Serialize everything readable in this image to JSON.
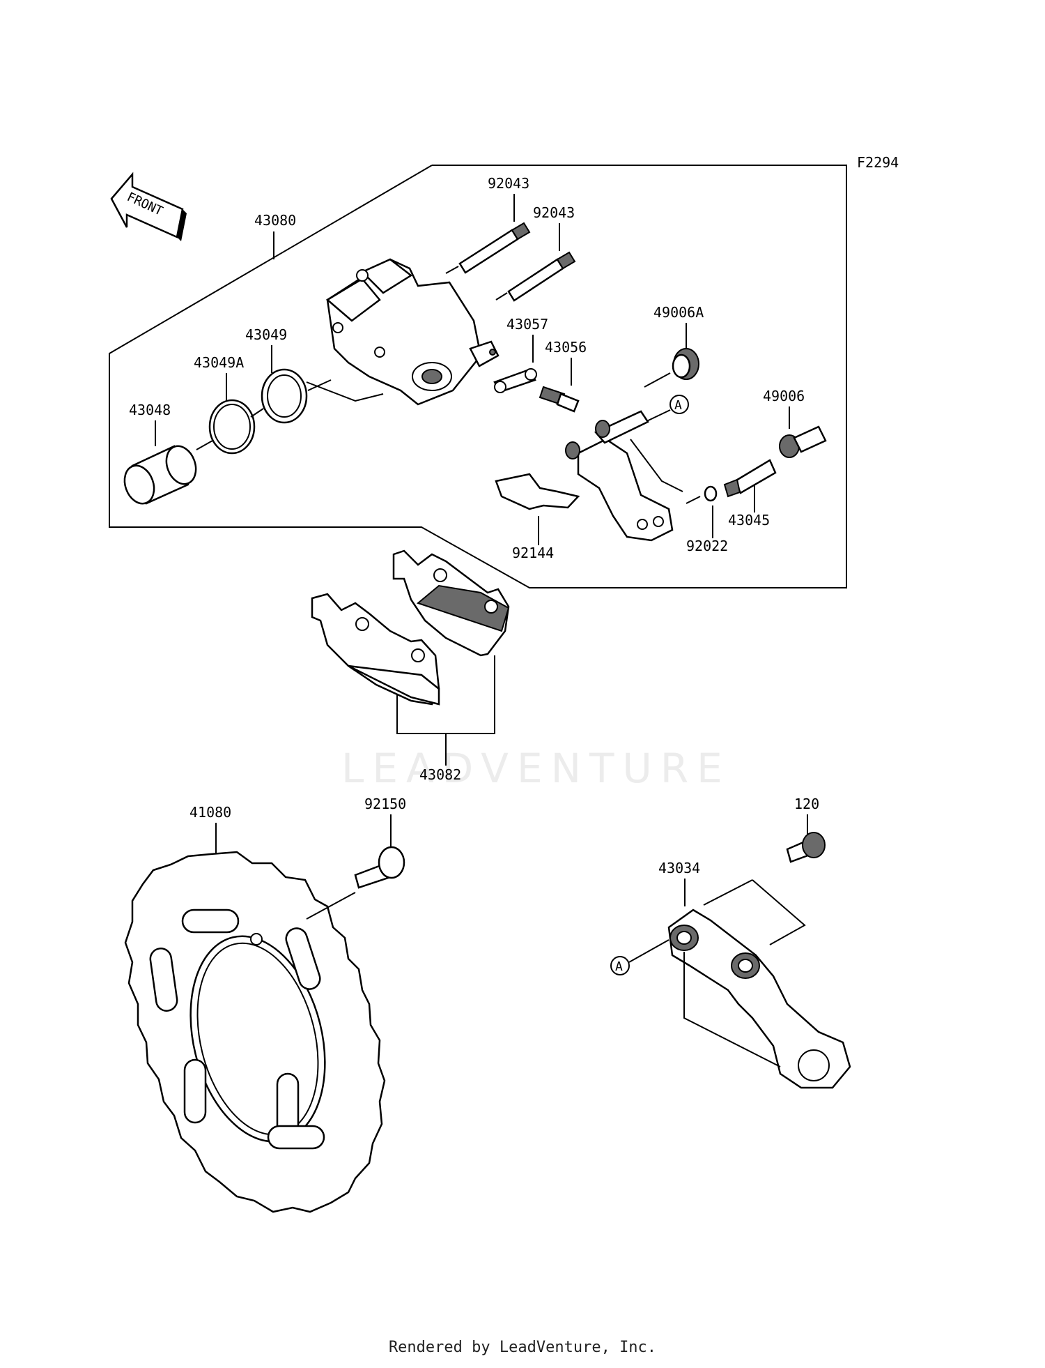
{
  "figure_code": "F2294",
  "front_label": "FRONT",
  "callout_ref": "A",
  "watermark": "LEADVENTURE",
  "footer": "Rendered by LeadVenture, Inc.",
  "parts": {
    "p43080": "43080",
    "p92043a": "92043",
    "p92043b": "92043",
    "p43057": "43057",
    "p43056": "43056",
    "p49006A": "49006A",
    "p43049": "43049",
    "p43049A": "43049A",
    "p43048": "43048",
    "p49006": "49006",
    "p92144": "92144",
    "p92022": "92022",
    "p43045": "43045",
    "p43082": "43082",
    "p41080": "41080",
    "p92150": "92150",
    "p120": "120",
    "p43034": "43034"
  }
}
